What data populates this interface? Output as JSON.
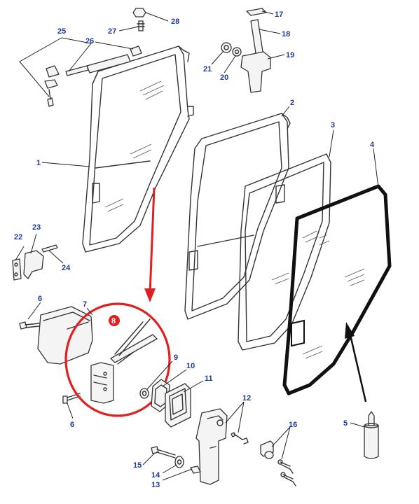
{
  "diagram": {
    "callouts": [
      "1",
      "2",
      "3",
      "4",
      "5",
      "6",
      "6",
      "7",
      "8",
      "9",
      "10",
      "11",
      "12",
      "13",
      "14",
      "15",
      "16",
      "17",
      "18",
      "19",
      "20",
      "21",
      "22",
      "23",
      "24",
      "25",
      "26",
      "27",
      "28"
    ],
    "highlight_callout": "8",
    "colors": {
      "callout": "#1e3c96",
      "highlight": "#e02020",
      "outline": "#333333",
      "bold_outline": "#111111",
      "background": "#ffffff"
    }
  }
}
